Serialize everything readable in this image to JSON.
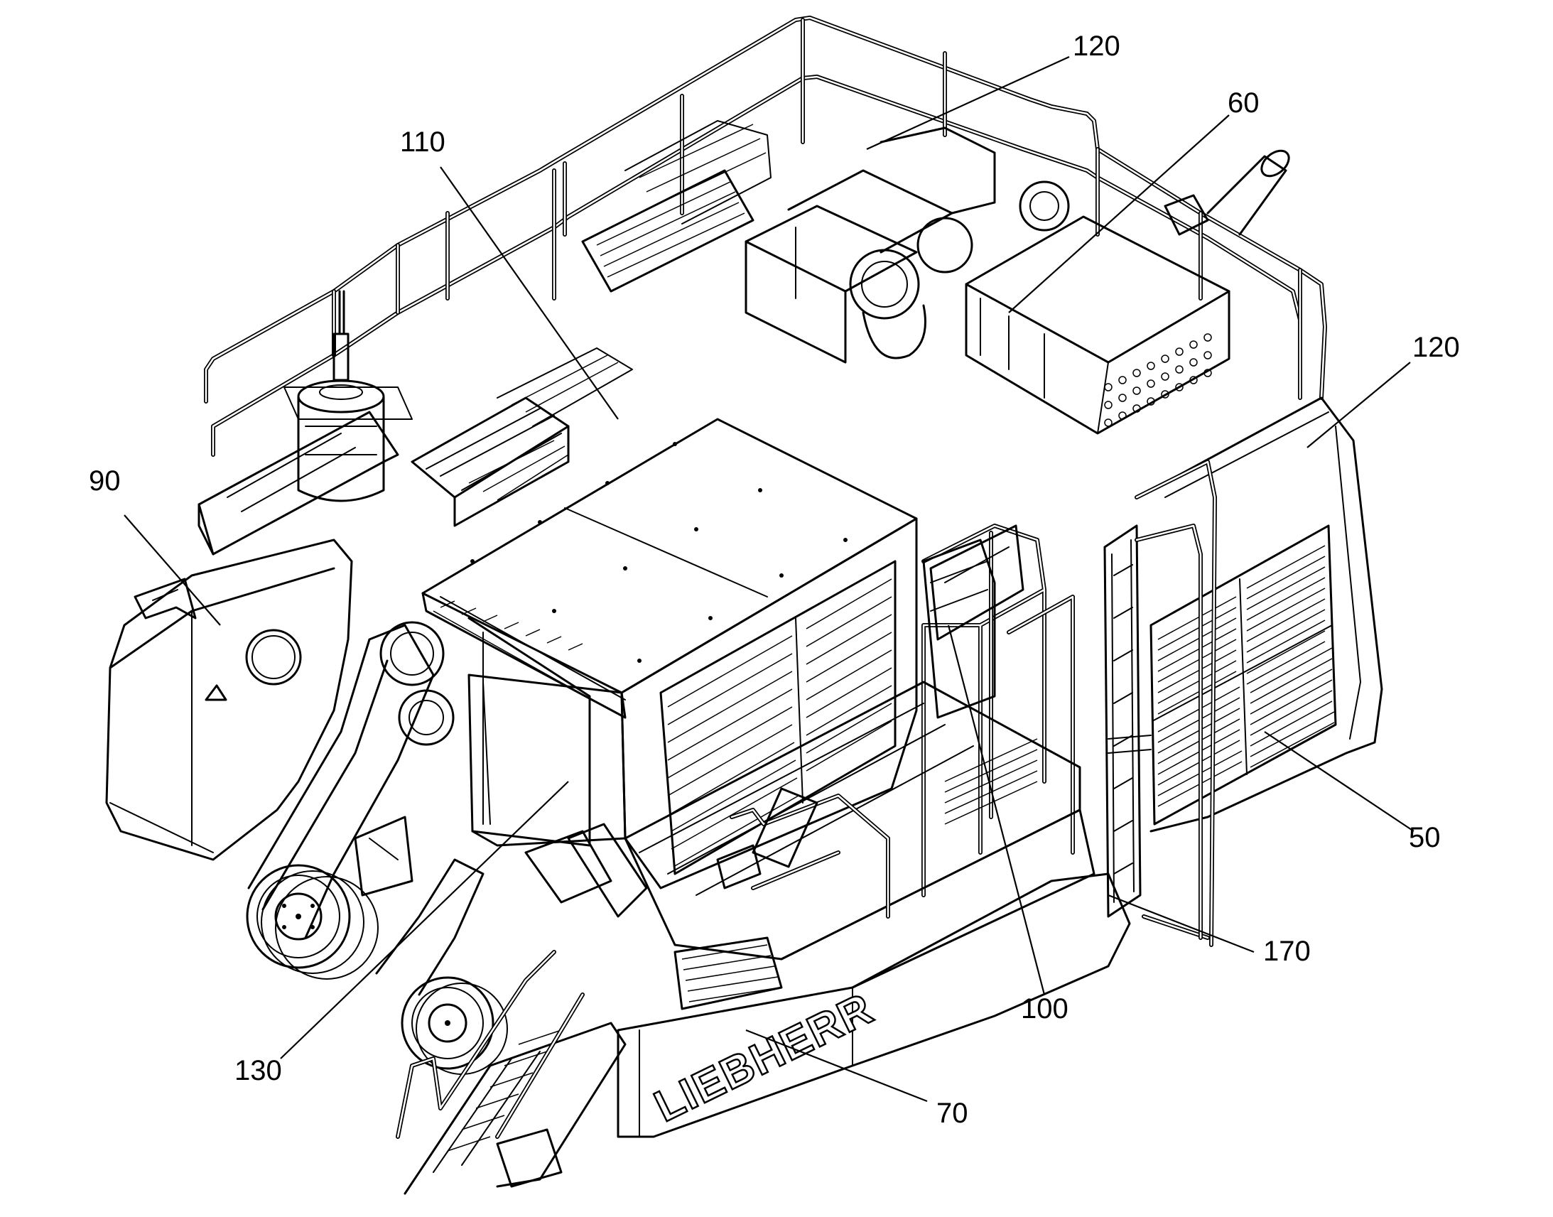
{
  "callouts": {
    "c120_top": "120",
    "c60": "60",
    "c110": "110",
    "c120_right": "120",
    "c90": "90",
    "c50": "50",
    "c170": "170",
    "c100": "100",
    "c130": "130",
    "c70": "70"
  },
  "brand": "LIEBHERR"
}
